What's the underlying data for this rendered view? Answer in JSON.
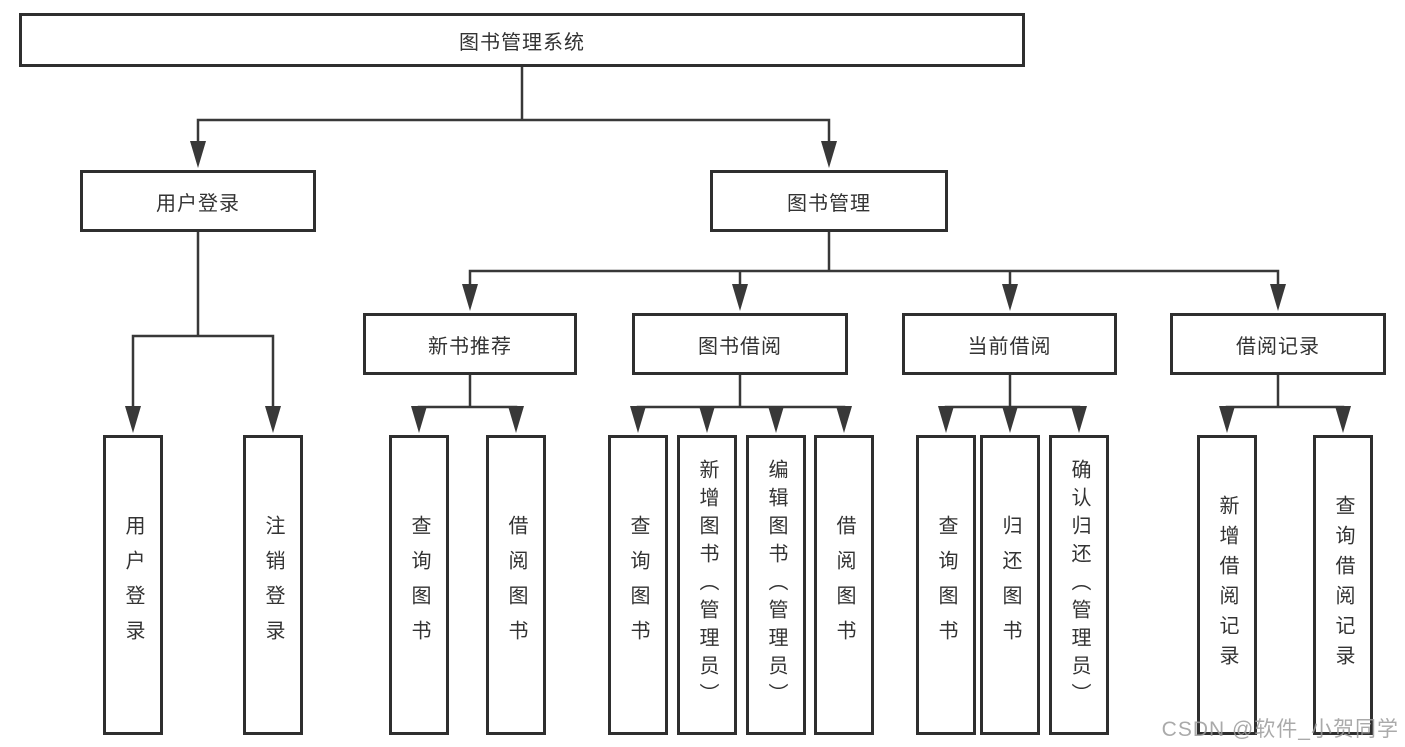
{
  "diagram": {
    "title": "图书管理系统",
    "tree": {
      "label": "图书管理系统",
      "children": [
        {
          "label": "用户登录",
          "children": [
            {
              "label": "用户登录"
            },
            {
              "label": "注销登录"
            }
          ]
        },
        {
          "label": "图书管理",
          "children": [
            {
              "label": "新书推荐",
              "children": [
                {
                  "label": "查询图书"
                },
                {
                  "label": "借阅图书"
                }
              ]
            },
            {
              "label": "图书借阅",
              "children": [
                {
                  "label": "查询图书"
                },
                {
                  "label": "新增图书（管理员）"
                },
                {
                  "label": "编辑图书（管理员）"
                },
                {
                  "label": "借阅图书"
                }
              ]
            },
            {
              "label": "当前借阅",
              "children": [
                {
                  "label": "查询图书"
                },
                {
                  "label": "归还图书"
                },
                {
                  "label": "确认归还（管理员）"
                }
              ]
            },
            {
              "label": "借阅记录",
              "children": [
                {
                  "label": "新增借阅记录"
                },
                {
                  "label": "查询借阅记录"
                }
              ]
            }
          ]
        }
      ]
    },
    "colors": {
      "line": "#383838",
      "box_border": "#2f2f2f",
      "text": "#333333",
      "background": "#ffffff",
      "watermark": "#9c9c9c"
    },
    "watermark": "CSDN @软件_小贺同学"
  }
}
